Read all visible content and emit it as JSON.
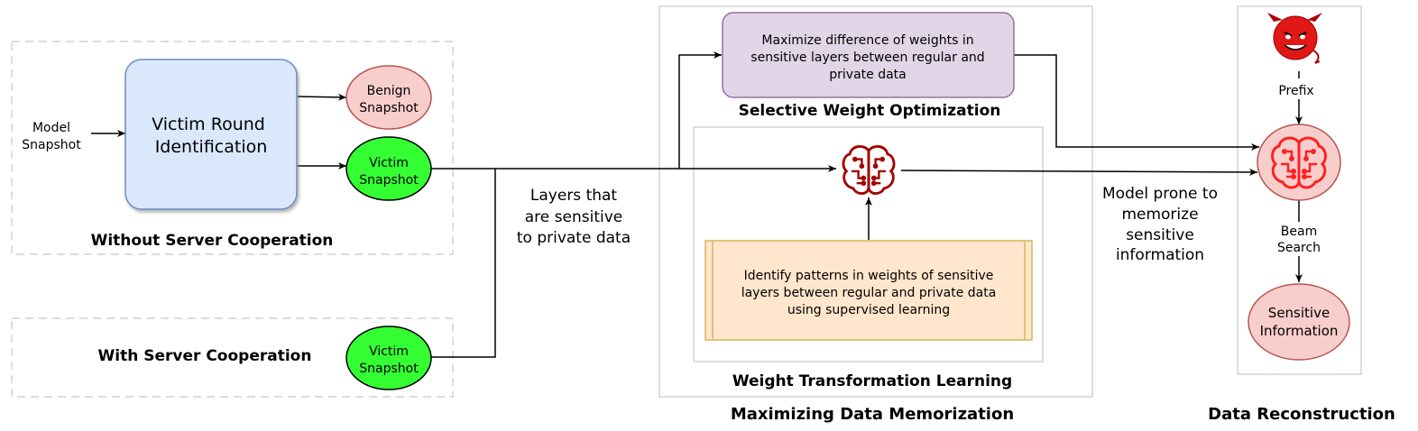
{
  "groups": {
    "without_server": "Without Server Cooperation",
    "with_server": "With Server Cooperation",
    "selective_weight": "Selective Weight Optimization",
    "weight_transformation": "Weight Transformation Learning",
    "maximizing": "Maximizing Data Memorization",
    "reconstruction": "Data Reconstruction"
  },
  "nodes": {
    "model_snapshot": [
      "Model",
      "Snapshot"
    ],
    "victim_round": [
      "Victim Round",
      "Identification"
    ],
    "benign_snapshot": [
      "Benign",
      "Snapshot"
    ],
    "victim_snapshot_1": [
      "Victim",
      "Snapshot"
    ],
    "victim_snapshot_2": [
      "Victim",
      "Snapshot"
    ],
    "maximize_box": [
      "Maximize difference of weights in",
      "sensitive layers between regular and",
      "private data"
    ],
    "identify_box": [
      "Identify patterns in weights of sensitive",
      "layers between regular and private data",
      "using supervised learning"
    ],
    "sensitive_info": [
      "Sensitive",
      "Information"
    ]
  },
  "edge_labels": {
    "layers_sensitive": [
      "Layers that",
      "are sensitive",
      "to private data"
    ],
    "model_prone": [
      "Model prone to",
      "memorize",
      "sensitive",
      "information"
    ],
    "prefix": "Prefix",
    "beam_search": [
      "Beam",
      "Search"
    ]
  },
  "colors": {
    "victim_round_fill": "#dae8fc",
    "victim_round_stroke": "#6c8ebf",
    "snapshot_pink": "#f8cecc",
    "snapshot_pink_stroke": "#b85450",
    "victim_green": "#33ff33",
    "maximize_fill": "#e1d5e7",
    "maximize_stroke": "#9673a6",
    "identify_fill": "#ffe6cc",
    "identify_stroke": "#d6b656",
    "brain_red": "#c00000",
    "devil_red": "#e02020"
  }
}
